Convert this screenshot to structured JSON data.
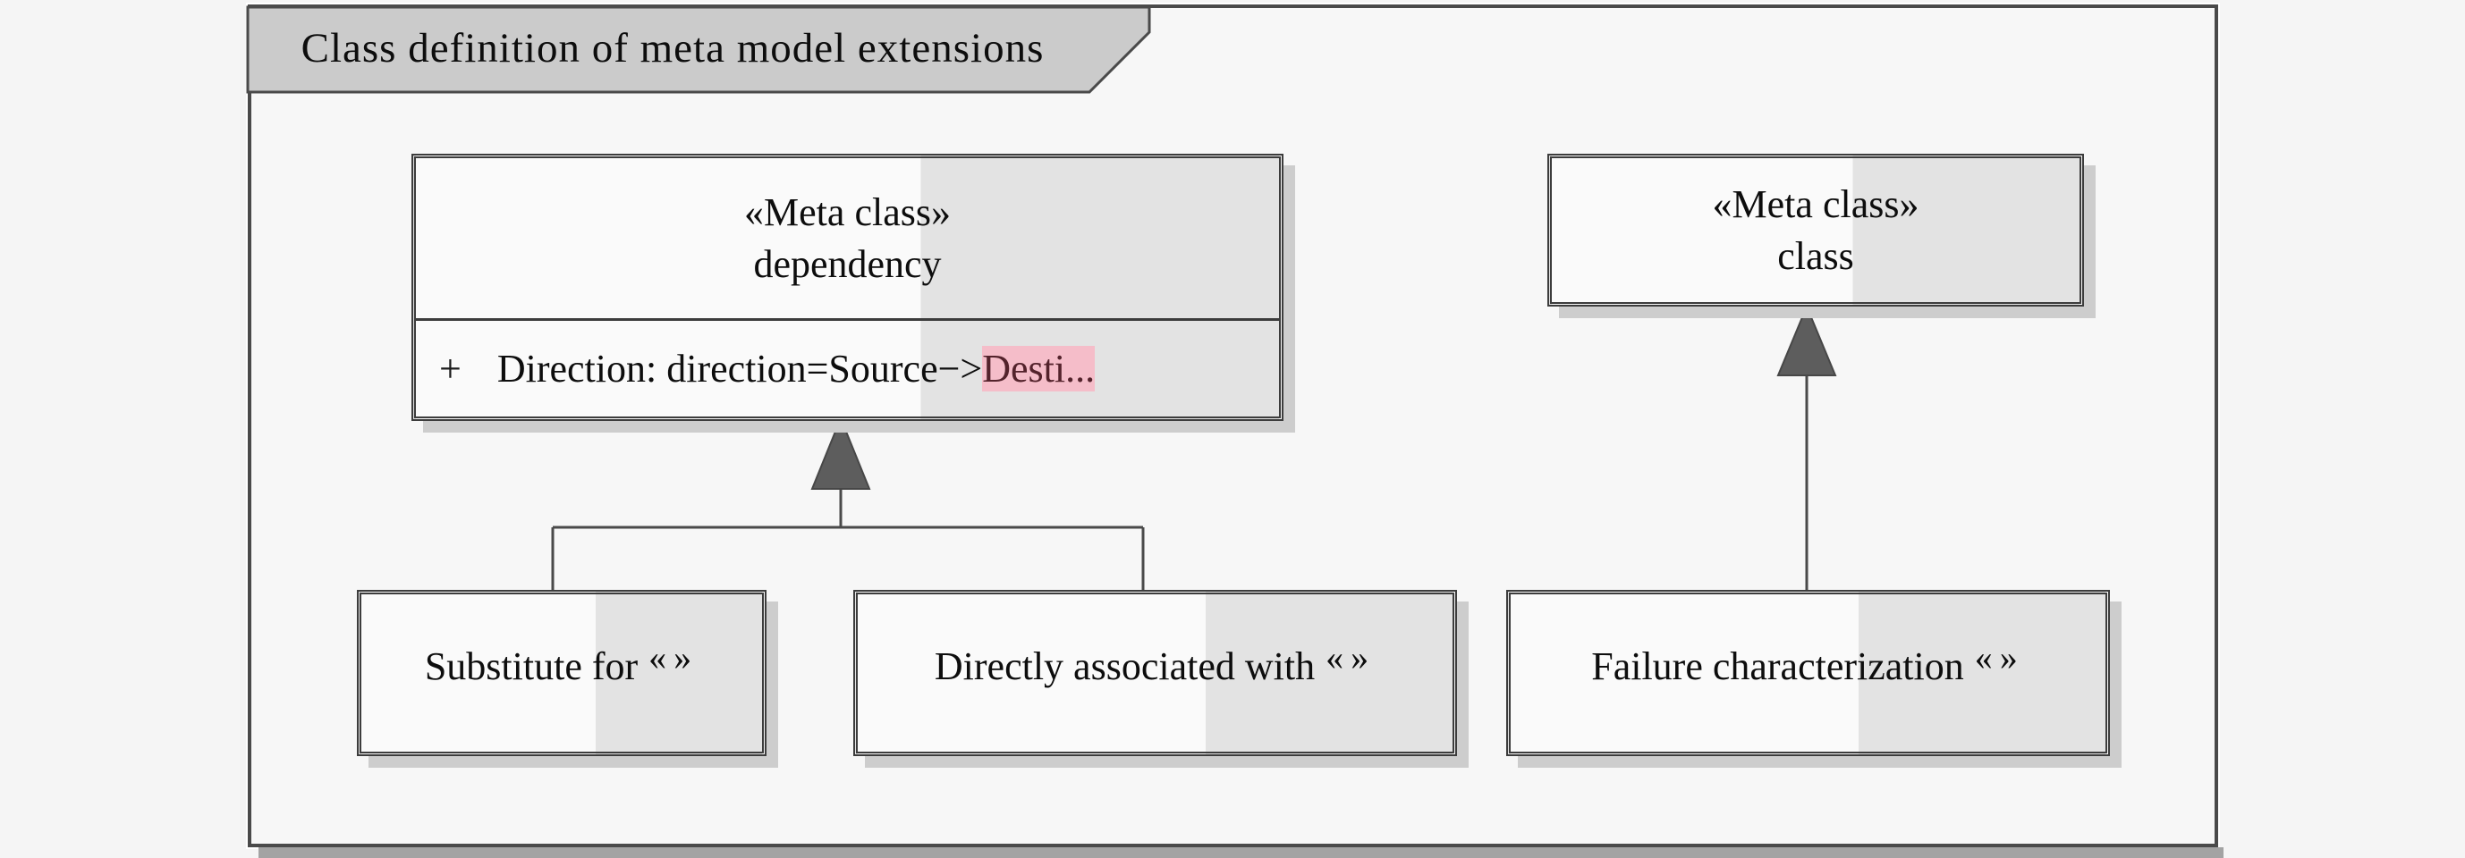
{
  "frame": {
    "title": "Class definition of meta model extensions"
  },
  "diagram": {
    "dependency": {
      "stereotype": "«Meta class»",
      "name": "dependency",
      "attribute_visibility": "+",
      "attribute_text": "Direction: direction=Source−> ",
      "attribute_highlight": "Desti..."
    },
    "meta_class": {
      "stereotype": "«Meta class»",
      "name": "class"
    },
    "substitute": {
      "label": "Substitute for",
      "guillemets": "«»"
    },
    "directly": {
      "label": "Directly associated with",
      "guillemets": "«»"
    },
    "failure": {
      "label": "Failure characterization",
      "guillemets": "«»"
    }
  },
  "colors": {
    "frame_border": "#4a4a4a",
    "tab_fill": "#cbcbcb",
    "box_border": "#3c3c3c",
    "box_fill_light": "#fafafa",
    "box_fill_shaded": "#e3e3e3",
    "box_shadow": "#cdcdcd",
    "triangle_fill": "#5d5d5d",
    "connector": "#4a4a4a",
    "highlight_bg": "#f5bdc9",
    "highlight_text": "#53222b"
  }
}
